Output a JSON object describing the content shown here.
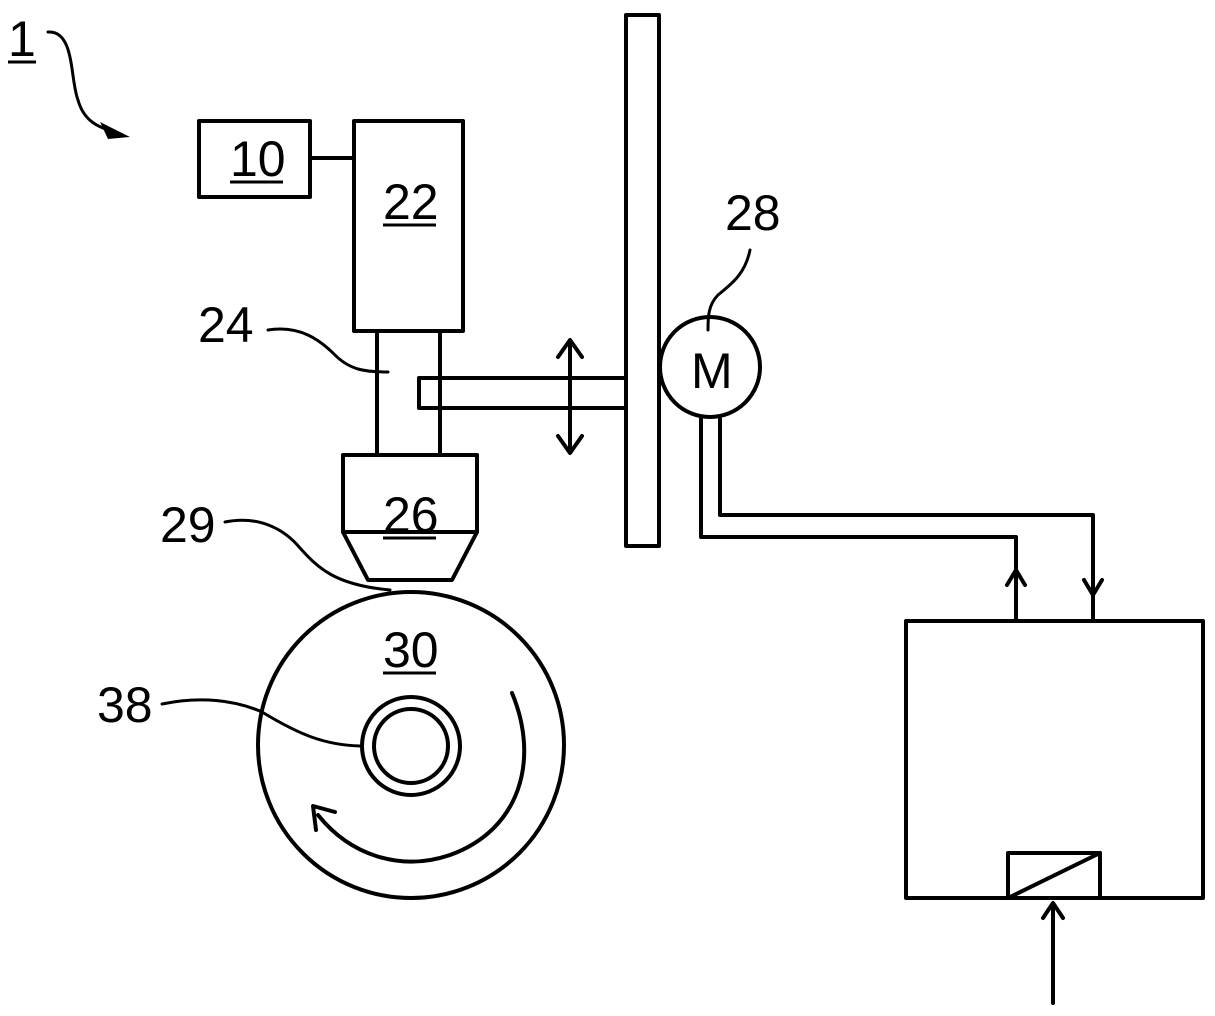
{
  "labels": {
    "figure_ref": "1",
    "controller": "10",
    "housing": "22",
    "connector": "24",
    "head": "26",
    "motor_ref": "28",
    "motor_symbol": "M",
    "gap": "29",
    "disc": "30",
    "hub": "38"
  }
}
